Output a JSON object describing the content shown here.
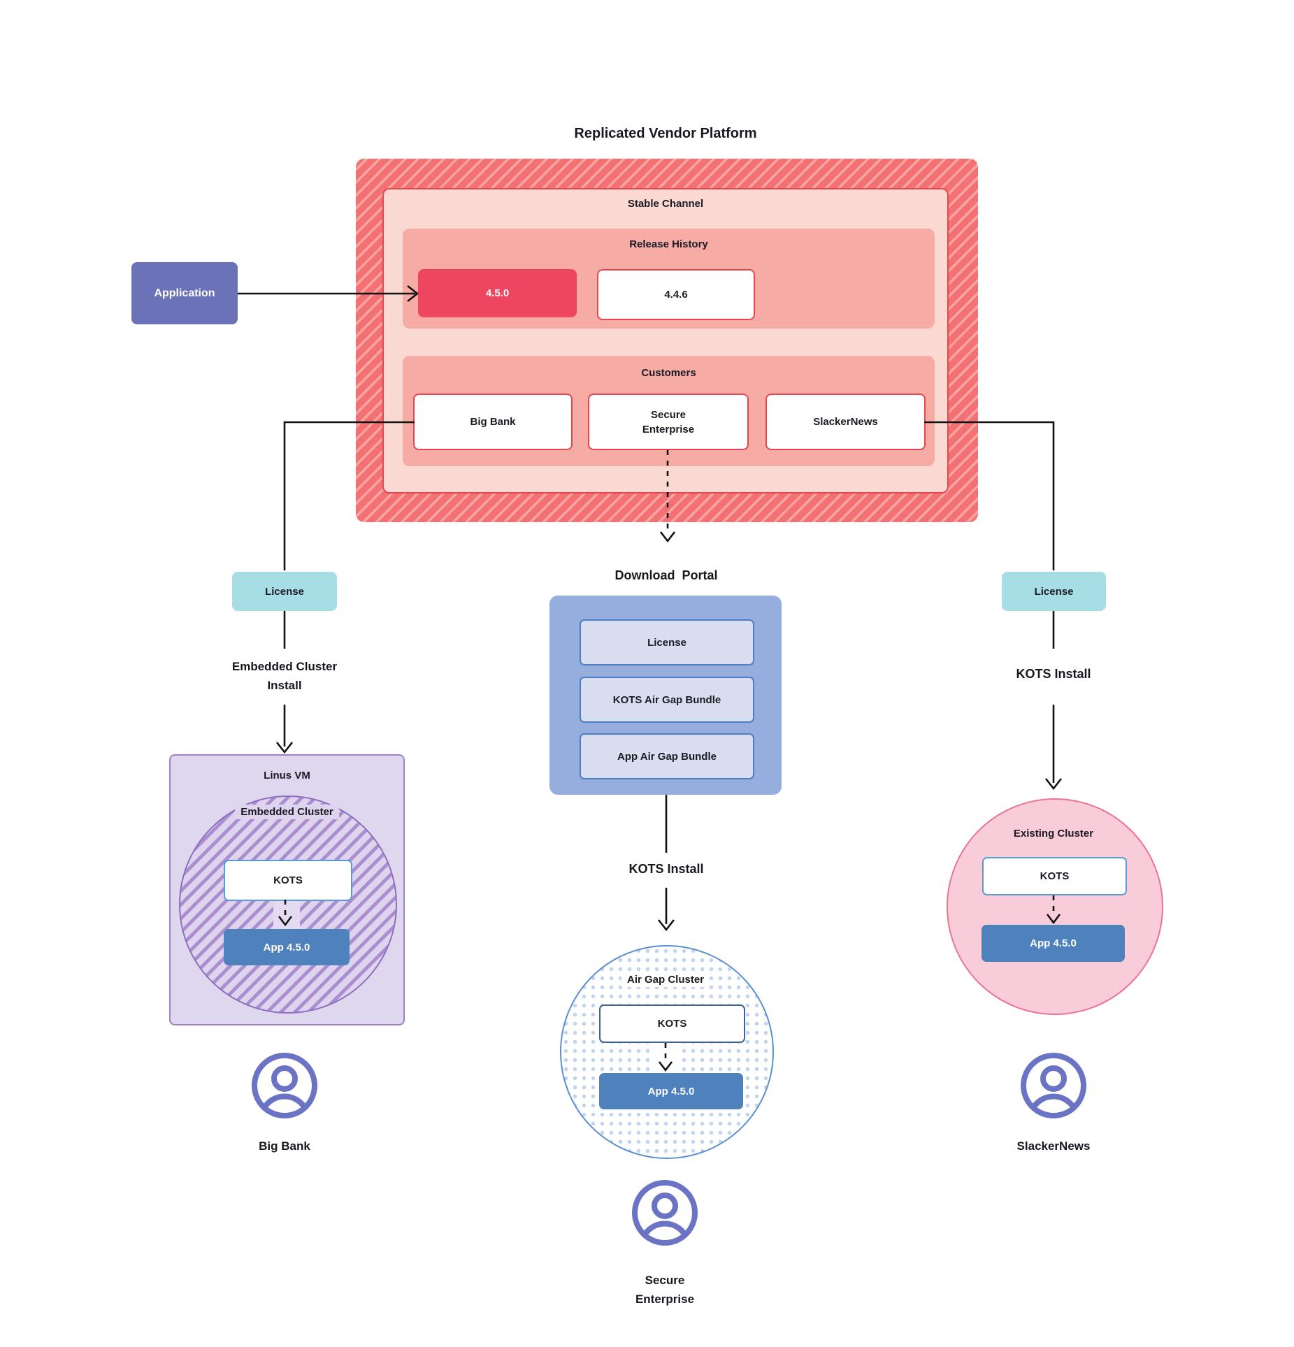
{
  "title": "Replicated Vendor Platform",
  "application": {
    "label": "Application"
  },
  "platform": {
    "stable_channel_label": "Stable Channel",
    "release_history_label": "Release History",
    "release_current": "4.5.0",
    "release_previous": "4.4.6",
    "customers_label": "Customers",
    "customer_big_bank": "Big Bank",
    "customer_secure_enterprise": "Secure\nEnterprise",
    "customer_slackernews": "SlackerNews"
  },
  "left_flow": {
    "license_label": "License",
    "install_label": "Embedded Cluster\nInstall",
    "vm_label": "Linus VM",
    "cluster_label": "Embedded Cluster",
    "kots_label": "KOTS",
    "app_label": "App 4.5.0",
    "person_label": "Big Bank"
  },
  "middle_flow": {
    "portal_title": "Download  Portal",
    "portal_items": [
      "License",
      "KOTS Air Gap Bundle",
      "App Air Gap Bundle"
    ],
    "install_label": "KOTS Install",
    "cluster_label": "Air Gap Cluster",
    "kots_label": "KOTS",
    "app_label": "App 4.5.0",
    "person_label": "Secure\nEnterprise"
  },
  "right_flow": {
    "license_label": "License",
    "install_label": "KOTS Install",
    "cluster_label": "Existing Cluster",
    "kots_label": "KOTS",
    "app_label": "App 4.5.0",
    "person_label": "SlackerNews"
  },
  "colors": {
    "platform_red": "#f47173",
    "platform_stripe": "#f9a5a3",
    "stable_pink": "#fbd9d3",
    "panel_pink": "#f7aba5",
    "release_highlight_red": "#ee4660",
    "border_red": "#e8454f",
    "application_purple": "#6b72b8",
    "license_cyan": "#a7dee6",
    "vm_lavender": "#ded7ee",
    "vm_border_purple": "#9c82c8",
    "cluster_hatch_purple": "#ab8ed0",
    "app_blue": "#4f81bd",
    "kots_border_blue": "#5b9bd5",
    "portal_blue": "#96aedd",
    "portal_item_blue": "#d8ddf0",
    "portal_item_border": "#4d7fc4",
    "existing_pink": "#f8cdd9",
    "existing_border_pink": "#ec7396",
    "airgap_border_blue": "#5b8fd0",
    "airgap_dot_blue": "#c3d4ef",
    "person_purple": "#6b74c4"
  }
}
